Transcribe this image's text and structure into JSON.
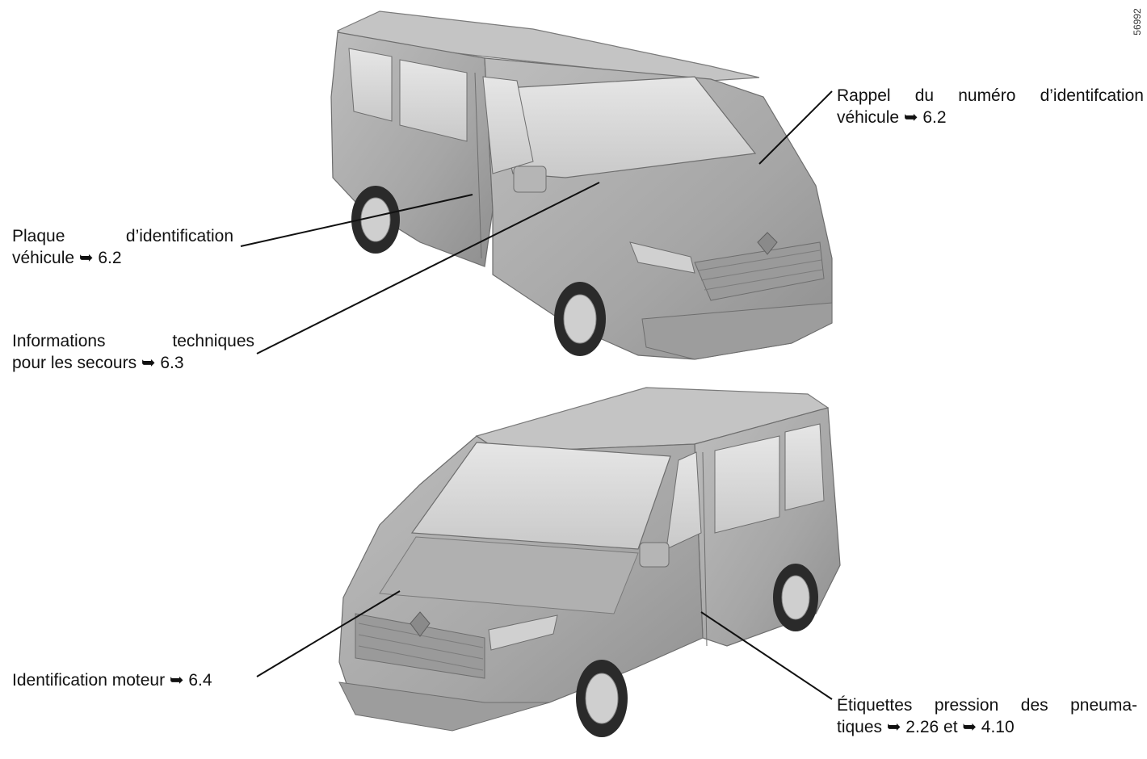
{
  "figure_ref": "56992",
  "callouts": {
    "plaque": {
      "line1": "Plaque d’identification",
      "line2": "véhicule ➥ 6.2"
    },
    "infos": {
      "line1": "Informations techniques",
      "line2": "pour les secours ➥ 6.3"
    },
    "moteur": {
      "line1": "Identification moteur ➥ 6.4"
    },
    "rappel": {
      "line1": "Rappel du numéro d’identifcation",
      "line2": "véhicule ➥ 6.2"
    },
    "etiquettes": {
      "line1": "Étiquettes pression des pneuma-",
      "line2": "tiques ➥ 2.26 et ➥ 4.10"
    }
  },
  "colors": {
    "body": "#a8a8a8",
    "body_dark": "#8a8a8a",
    "glass": "#d9d9d9",
    "tyre": "#2a2a2a",
    "rim": "#cfcfcf",
    "leader_line": "#111111"
  }
}
